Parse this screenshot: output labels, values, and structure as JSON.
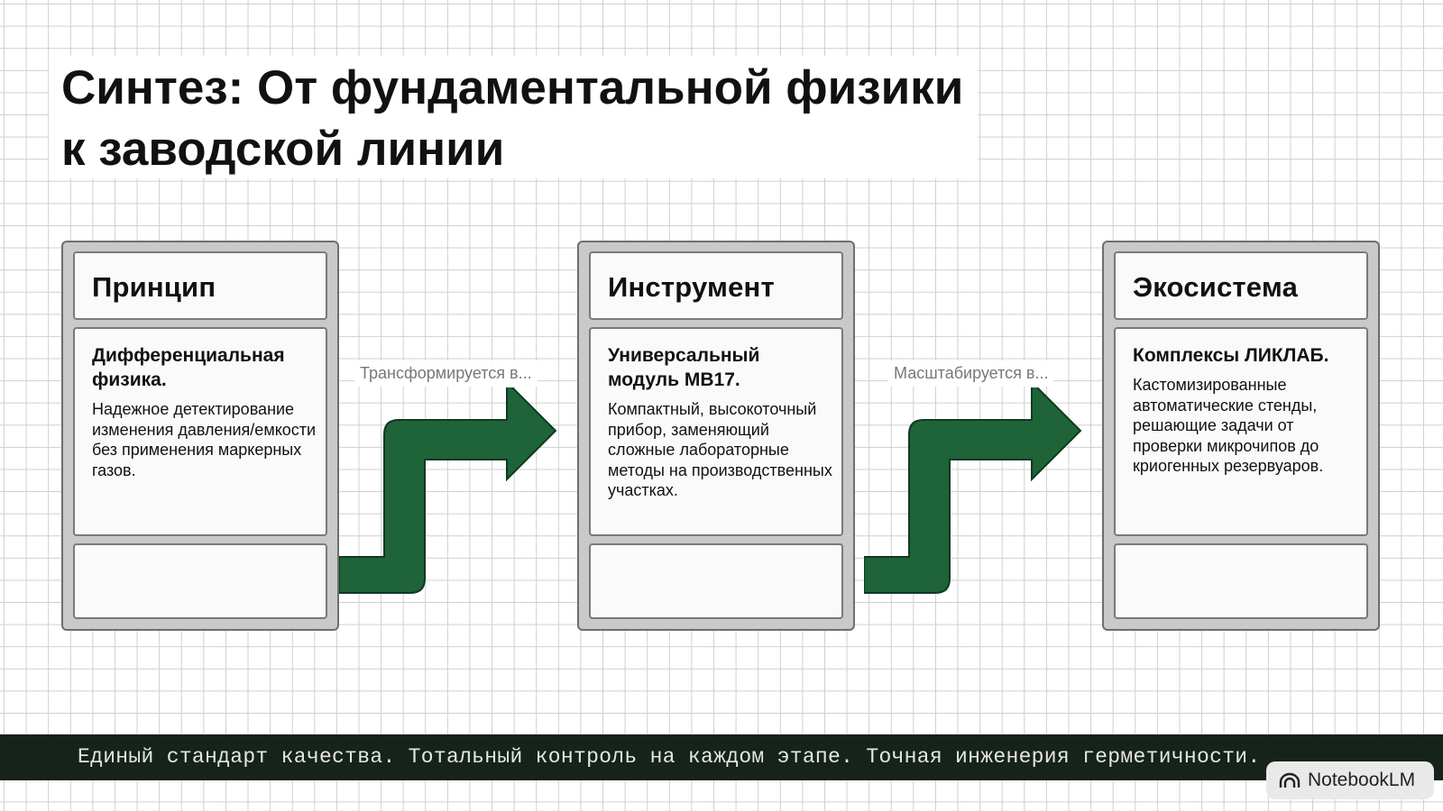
{
  "title": {
    "line1": "Синтез: От фундаментальной физики",
    "line2": "к заводской линии"
  },
  "cards": [
    {
      "header": "Принцип",
      "body_title": "Дифференциальная физика.",
      "body_text": "Надежное детектирование изменения давления/емкости без применения маркерных газов."
    },
    {
      "header": "Инструмент",
      "body_title": "Универсальный модуль MB17.",
      "body_text": "Компактный, высокоточный прибор, заменяющий сложные лабораторные методы на производственных участках."
    },
    {
      "header": "Экосистема",
      "body_title": "Комплексы ЛИКЛАБ.",
      "body_text": "Кастомизированные автоматические стенды, решающие задачи от проверки микрочипов до криогенных резервуаров."
    }
  ],
  "flow_labels": [
    "Трансформируется в...",
    "Масштабируется в..."
  ],
  "footer": {
    "text": "Единый стандарт качества. Тотальный контроль на каждом этапе. Точная инженерия герметичности."
  },
  "badge": {
    "label": "NotebookLM",
    "icon": "notebooklm-logo-icon"
  },
  "colors": {
    "arrow_fill": "#1f6339",
    "footer_bg": "#15231a",
    "card_frame": "#c9c9c9"
  }
}
